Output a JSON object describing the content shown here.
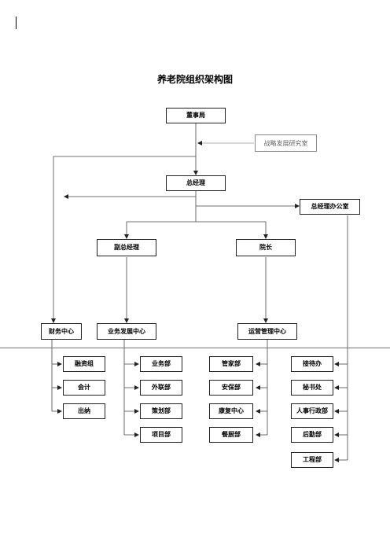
{
  "title": "养老院组织架构图",
  "nodes": {
    "board": "董事局",
    "strategy": "战略发展研究室",
    "gm": "总经理",
    "gm_office": "总经理办公室",
    "deputy_gm": "副总经理",
    "dean": "院长",
    "finance_center": "财务中心",
    "business_center": "业务发展中心",
    "ops_center": "运营管理中心"
  },
  "finance_units": [
    "融资组",
    "会计",
    "出纳"
  ],
  "business_units": [
    "业务部",
    "外联部",
    "策划部",
    "项目部"
  ],
  "ops_units": [
    "管家部",
    "安保部",
    "康复中心",
    "餐厨部"
  ],
  "office_units": [
    "接待办",
    "秘书处",
    "人事行政部",
    "后勤部",
    "工程部"
  ]
}
